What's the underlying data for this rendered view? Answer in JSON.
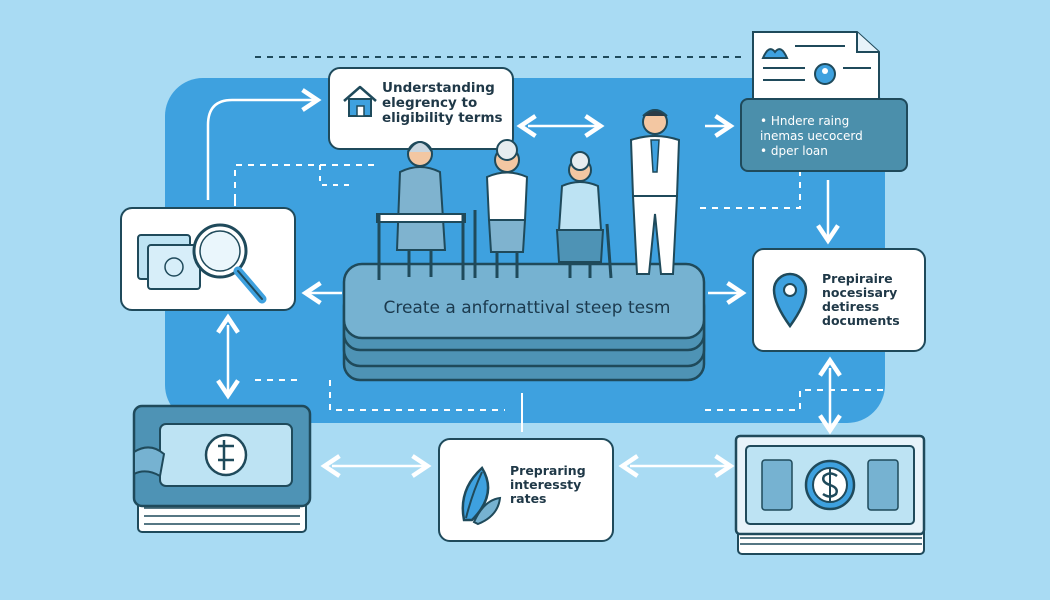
{
  "nodes": {
    "eligibility": {
      "lines": [
        "Understanding",
        "elegrency to",
        "eligibility terms"
      ],
      "icon": "house-icon"
    },
    "document_notes": {
      "lines": [
        "• Hndere raing",
        "  inemas uecocerd",
        "• dper loan"
      ],
      "icon": "document-icon"
    },
    "search": {
      "icon": "magnifier-money-icon"
    },
    "center": {
      "label": "Create a anfornattival steep  tesm"
    },
    "prepare_documents": {
      "lines": [
        "Prepiraire",
        "nocesisary",
        "detiress",
        "documents"
      ],
      "icon": "map-pin-icon"
    },
    "book": {
      "icon": "money-book-icon"
    },
    "interest_rates": {
      "lines": [
        "Prepraring",
        "interessty",
        "rates"
      ],
      "icon": "leaf-icon"
    },
    "cash": {
      "icon": "dollar-bills-icon"
    }
  },
  "colors": {
    "background": "#a9dbf3",
    "panel": "#3ea1df",
    "platform": "#4e93b5",
    "outline": "#1f4a5b",
    "card": "#ffffff"
  }
}
